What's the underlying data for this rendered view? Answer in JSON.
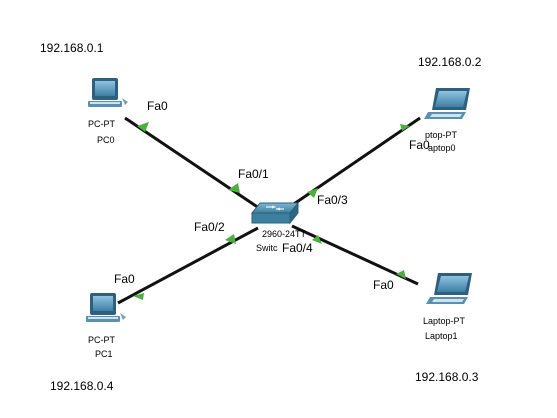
{
  "colors": {
    "background": "#ffffff",
    "link": "#111111",
    "link_up_indicator": "#4caf3f",
    "switch_body": "#3c7f9e",
    "device_body": "#5a8fb0"
  },
  "devices": [
    {
      "id": "pc0",
      "type": "pc-icon",
      "ip": "192.168.0.1",
      "model": "PC-PT",
      "name": "PC0"
    },
    {
      "id": "laptop0",
      "type": "laptop-icon",
      "ip": "192.168.0.2",
      "model": "ptop-PT",
      "name": "aptop0"
    },
    {
      "id": "laptop1",
      "type": "laptop-icon",
      "ip": "192.168.0.3",
      "model": "Laptop-PT",
      "name": "Laptop1"
    },
    {
      "id": "pc1",
      "type": "pc-icon",
      "ip": "192.168.0.4",
      "model": "PC-PT",
      "name": "PC1"
    },
    {
      "id": "switch0",
      "type": "switch-icon",
      "model": "2960-24TT",
      "name": "Switc"
    }
  ],
  "links": [
    {
      "from": "pc0",
      "to": "switch0",
      "from_port": "Fa0",
      "to_port": "Fa0/1",
      "status": "up"
    },
    {
      "from": "laptop0",
      "to": "switch0",
      "from_port": "Fa0",
      "to_port": "Fa0/3",
      "status": "up"
    },
    {
      "from": "pc1",
      "to": "switch0",
      "from_port": "Fa0",
      "to_port": "Fa0/2",
      "status": "up"
    },
    {
      "from": "laptop1",
      "to": "switch0",
      "from_port": "Fa0",
      "to_port": "Fa0/4",
      "status": "up"
    }
  ]
}
